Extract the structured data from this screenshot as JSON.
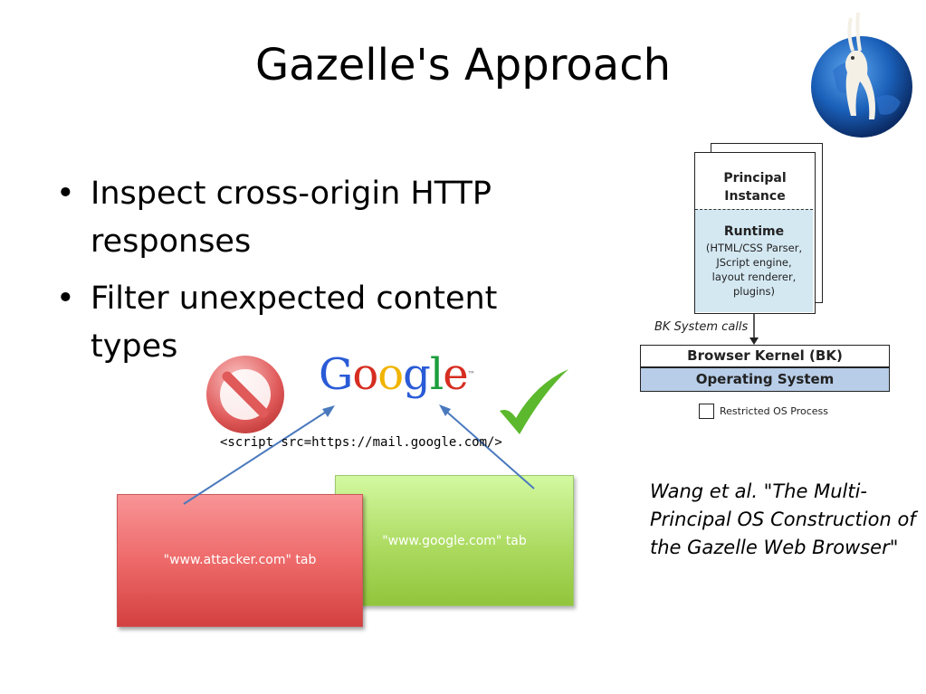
{
  "slide": {
    "title": "Gazelle's Approach",
    "bullets": [
      "Inspect cross-origin HTTP responses",
      "Filter unexpected content types"
    ],
    "bullet_glyph": "•"
  },
  "diagram": {
    "principal_instance": "Principal\nInstance",
    "runtime_title": "Runtime",
    "runtime_desc": "(HTML/CSS Parser,\nJScript engine,\nlayout renderer,\nplugins)",
    "bk_calls": "BK System calls",
    "browser_kernel": "Browser Kernel (BK)",
    "operating_system": "Operating System",
    "legend": "Restricted OS Process",
    "colors": {
      "runtime_fill": "#d4e8f2",
      "os_fill": "#b7cde8"
    }
  },
  "citation": "Wang et al. \"The Multi-Principal OS Construction of the Gazelle Web Browser\"",
  "illustration": {
    "google_logo_letters": [
      "G",
      "o",
      "o",
      "g",
      "l",
      "e"
    ],
    "google_logo_tm": "™",
    "google_logo_colors": [
      "#2a5bd7",
      "#d62d20",
      "#f0b400",
      "#2a5bd7",
      "#1b9e3b",
      "#d62d20"
    ],
    "script_tag": "<script src=https://mail.google.com/>",
    "google_tab_label": "\"www.google.com\" tab",
    "attacker_tab_label": "\"www.attacker.com\" tab",
    "blocked_icon": "no-entry-icon",
    "allowed_icon": "checkmark-icon",
    "colors": {
      "arrow": "#4a79bd",
      "check": "#5cb82c",
      "no_sign": "#e05a5a"
    }
  }
}
